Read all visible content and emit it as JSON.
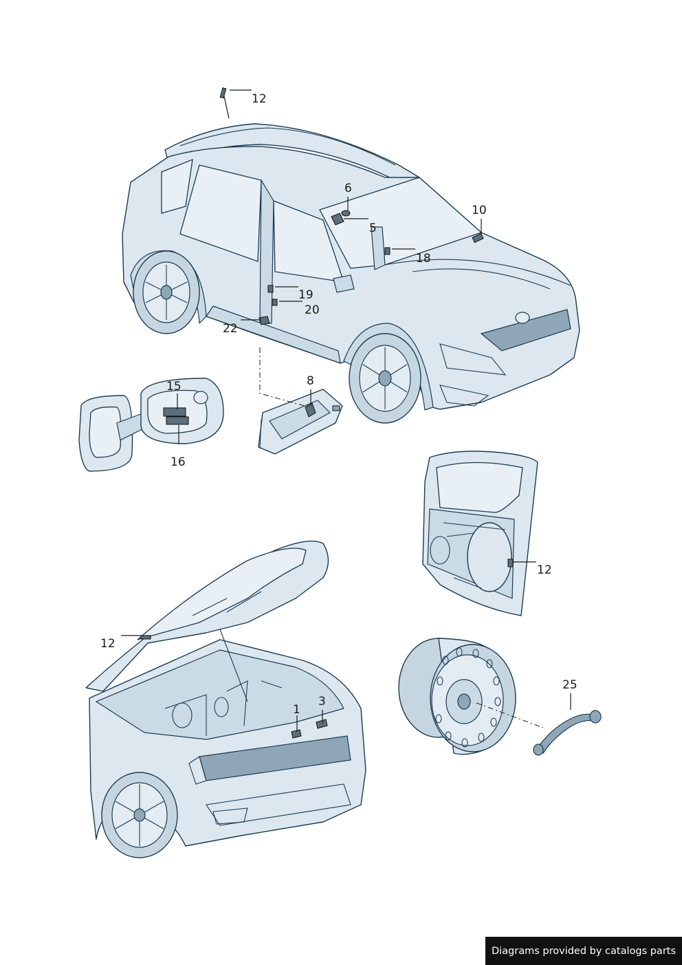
{
  "callouts": [
    {
      "id": "c12a",
      "label": "12"
    },
    {
      "id": "c6",
      "label": "6"
    },
    {
      "id": "c5",
      "label": "5"
    },
    {
      "id": "c10",
      "label": "10"
    },
    {
      "id": "c18",
      "label": "18"
    },
    {
      "id": "c19",
      "label": "19"
    },
    {
      "id": "c20",
      "label": "20"
    },
    {
      "id": "c22",
      "label": "22"
    },
    {
      "id": "c15",
      "label": "15"
    },
    {
      "id": "c8",
      "label": "8"
    },
    {
      "id": "c16",
      "label": "16"
    },
    {
      "id": "c12b",
      "label": "12"
    },
    {
      "id": "c12c",
      "label": "12"
    },
    {
      "id": "c25",
      "label": "25"
    },
    {
      "id": "c1",
      "label": "1"
    },
    {
      "id": "c3",
      "label": "3"
    }
  ],
  "footer": {
    "text": "Diagrams provided by catalogs parts"
  },
  "colors": {
    "body": "#dce7ef",
    "outline": "#1c3a52",
    "part": "#5c6f7c"
  }
}
